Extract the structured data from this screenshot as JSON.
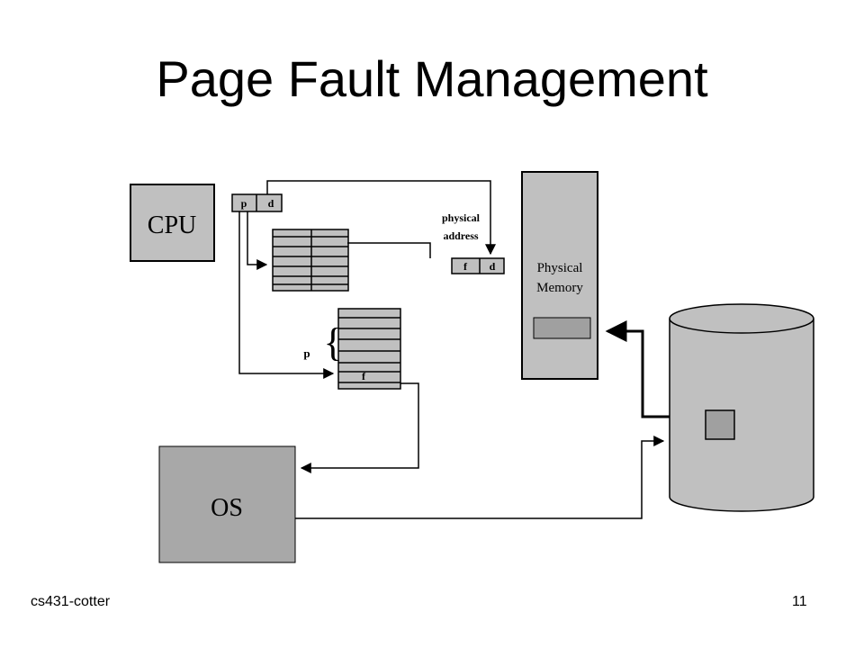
{
  "slide": {
    "title": "Page Fault Management",
    "footer_left": "cs431-cotter",
    "page_number": "11"
  },
  "diagram": {
    "cpu_label": "CPU",
    "os_label": "OS",
    "physical_memory_label_line1": "Physical",
    "physical_memory_label_line2": "Memory",
    "logical_address": {
      "page": "p",
      "offset": "d"
    },
    "physical_address": {
      "frame": "f",
      "offset": "d"
    },
    "physical_address_label_line1": "physical",
    "physical_address_label_line2": "address",
    "page_table_index_label": "p",
    "page_table_frame_label": "f"
  },
  "colors": {
    "box_fill": "#c0c0c0",
    "disk_fill": "#c0c0c0",
    "frame_fill": "#a0a0a0",
    "stroke": "#000000"
  }
}
